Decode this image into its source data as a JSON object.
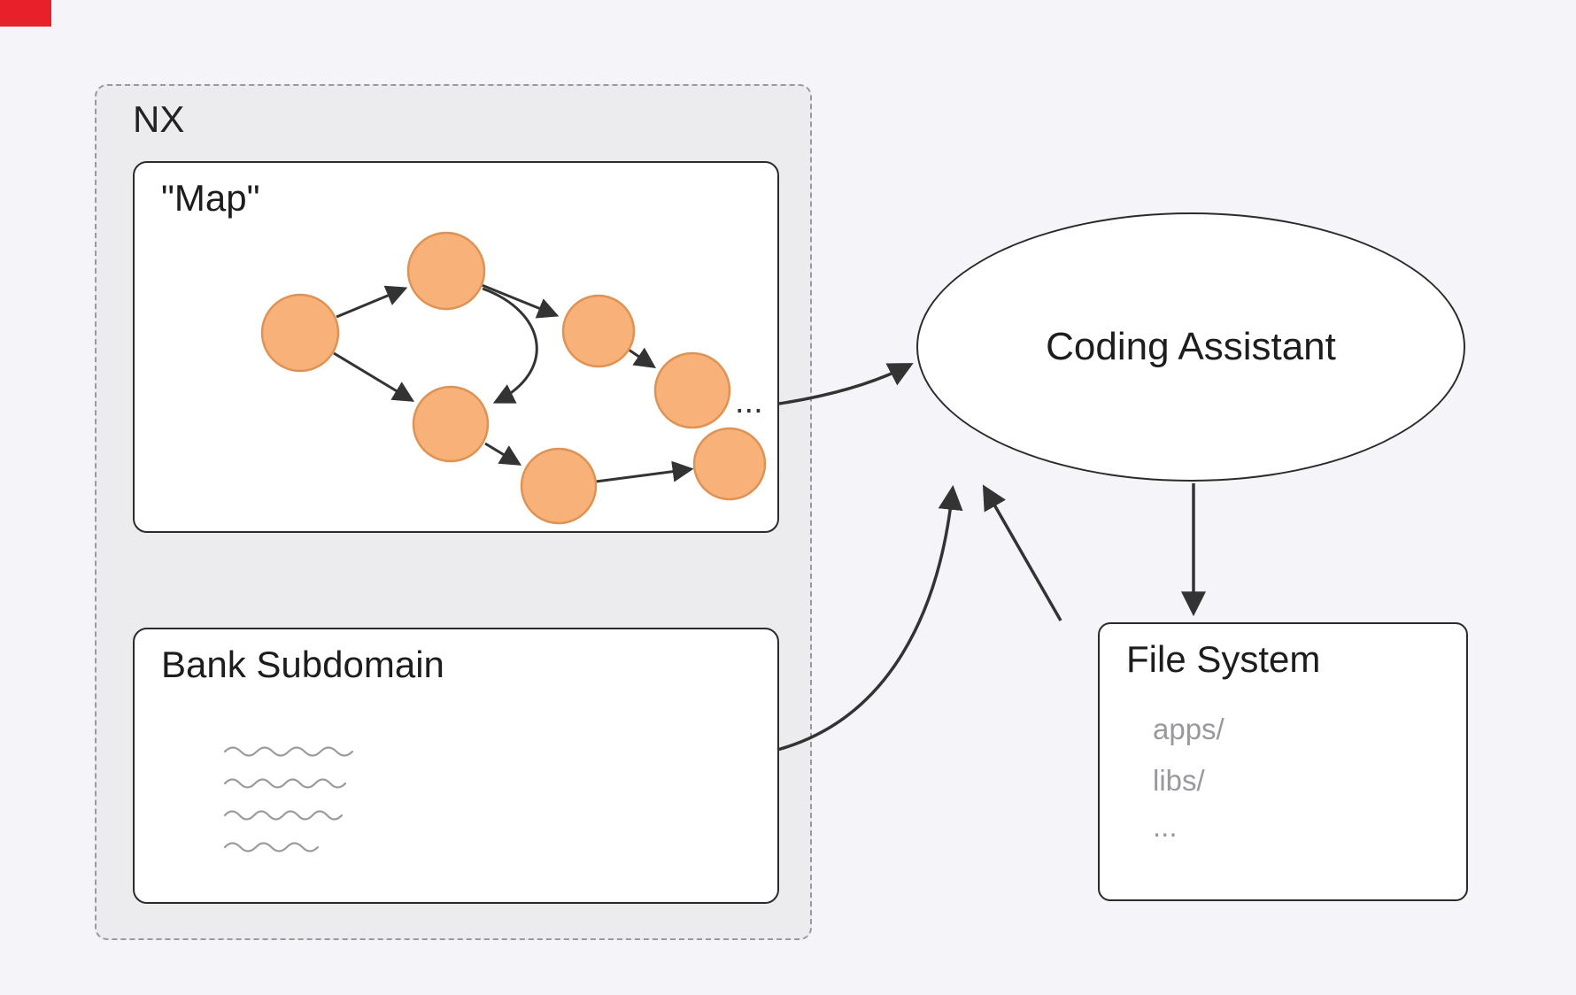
{
  "colors": {
    "background": "#f5f4f8",
    "node_fill": "#f8b179",
    "node_stroke": "#de9254",
    "arrow": "#333333",
    "corner_marker_red": "#e8202a",
    "muted_text": "#98989d"
  },
  "nx": {
    "label": "NX"
  },
  "map": {
    "title": "\"Map\"",
    "ellipsis": "..."
  },
  "bank": {
    "title": "Bank Subdomain"
  },
  "assistant": {
    "label": "Coding Assistant"
  },
  "filesystem": {
    "title": "File System",
    "items": [
      "apps/",
      "libs/",
      "..."
    ]
  }
}
